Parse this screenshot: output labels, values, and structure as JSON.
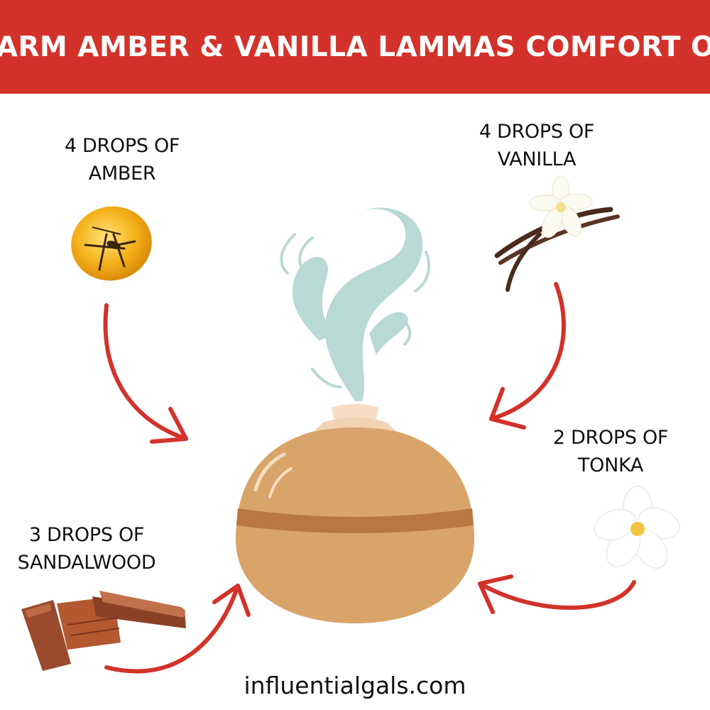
{
  "header": {
    "title": "WARM AMBER & VANILLA LAMMAS COMFORT OIL"
  },
  "ingredients": {
    "amber": {
      "line1": "4 DROPS OF",
      "line2": "AMBER"
    },
    "vanilla": {
      "line1": "4 DROPS OF",
      "line2": "VANILLA"
    },
    "tonka": {
      "line1": "2 DROPS OF",
      "line2": "TONKA"
    },
    "sandalwood": {
      "line1": "3 DROPS OF",
      "line2": "SANDALWOOD"
    }
  },
  "footer": {
    "site": "influentialgals.com"
  },
  "colors": {
    "banner": "#d3322a",
    "arrow": "#d3322a",
    "diffuser": "#d9a46a",
    "steam": "#b9d9d4"
  }
}
